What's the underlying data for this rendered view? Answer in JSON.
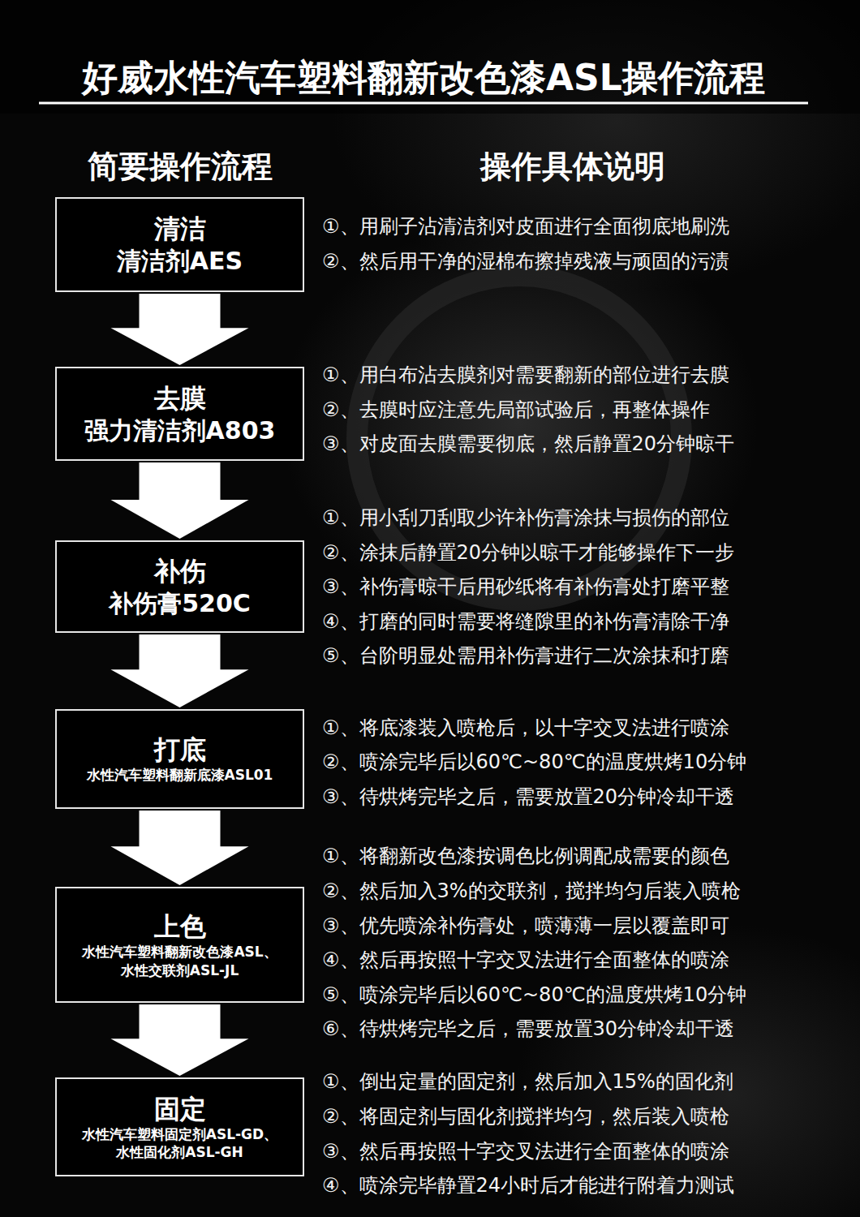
{
  "diagram": {
    "title": "好威水性汽车塑料翻新改色漆ASL操作流程",
    "nodes": [
      {
        "text": [
          "清洁",
          "清洁剂AES"
        ]
      },
      {
        "text": [
          "去膜",
          "强力清洁剂A803"
        ]
      },
      {
        "text": [
          "补伤",
          "补伤膏520C"
        ]
      },
      {
        "text": [
          "打底",
          "水性汽车塑料翻新底漆ASL01"
        ]
      },
      {
        "text": [
          "上色",
          "水性汽车塑料翻新改色漆ASL、 水性交联剂ASL-JL"
        ]
      },
      {
        "text": [
          "固定",
          "水性汽车塑料固定剂ASL-GD、 水性固化剂ASL-GH"
        ]
      }
    ],
    "edges": [
      {
        "from": 0,
        "to": 1,
        "arrow": "to"
      },
      {
        "from": 1,
        "to": 2,
        "arrow": "to"
      },
      {
        "from": 2,
        "to": 3,
        "arrow": "to"
      },
      {
        "from": 3,
        "to": 4,
        "arrow": "to"
      },
      {
        "from": 4,
        "to": 5,
        "arrow": "to"
      }
    ],
    "labels": [
      "简要操作流程",
      "操作具体说明",
      "①、用刷子沾清洁剂对皮面进行全面彻底地刷洗",
      "②、然后用干净的湿棉布擦掉残液与顽固的污渍",
      "①、用白布沾去膜剂对需要翻新的部位进行去膜",
      "②、去膜时应注意先局部试验后，再整体操作",
      "③、对皮面去膜需要彻底，然后静置20分钟晾干",
      "①、用小刮刀刮取少许补伤膏涂抹与损伤的部位",
      "②、涂抹后静置20分钟以晾干才能够操作下一步",
      "③、补伤膏晾干后用砂纸将有补伤膏处打磨平整",
      "④、打磨的同时需要将缝隙里的补伤膏清除干净",
      "⑤、台阶明显处需用补伤膏进行二次涂抹和打磨",
      "①、将底漆装入喷枪后，以十字交叉法进行喷涂",
      "②、喷涂完毕后以60℃~80℃的温度烘烤10分钟",
      "③、待烘烤完毕之后，需要放置20分钟冷却干透",
      "①、将翻新改色漆按调色比例调配成需要的颜色",
      "②、然后加入3%的交联剂，搅拌均匀后装入喷枪",
      "③、优先喷涂补伤膏处，喷薄薄一层以覆盖即可",
      "④、然后再按照十字交叉法进行全面整体的喷涂",
      "⑤、喷涂完毕后以60℃~80℃的温度烘烤10分钟",
      "⑥、待烘烤完毕之后，需要放置30分钟冷却干透",
      "①、倒出定量的固定剂，然后加入15%的固化剂",
      "②、将固定剂与固化剂搅拌均匀，然后装入喷枪",
      "③、然后再按照十字交叉法进行全面整体的喷涂",
      "④、喷涂完毕静置24小时后才能进行附着力测试"
    ]
  }
}
